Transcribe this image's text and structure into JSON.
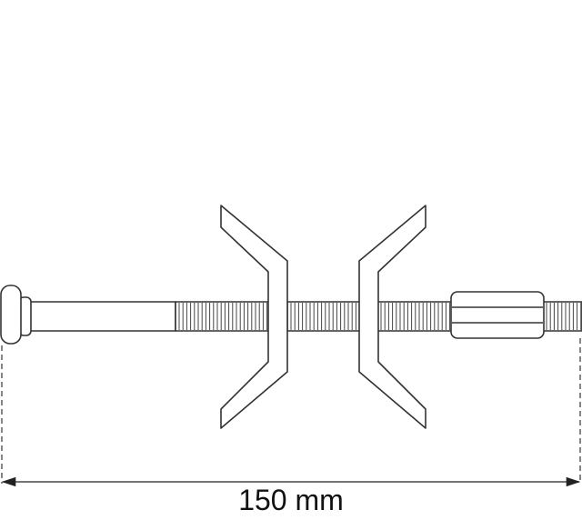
{
  "dimension": {
    "label": "150 mm",
    "value": 150,
    "unit": "mm"
  },
  "colors": {
    "line": "#333333",
    "background": "#ffffff"
  }
}
